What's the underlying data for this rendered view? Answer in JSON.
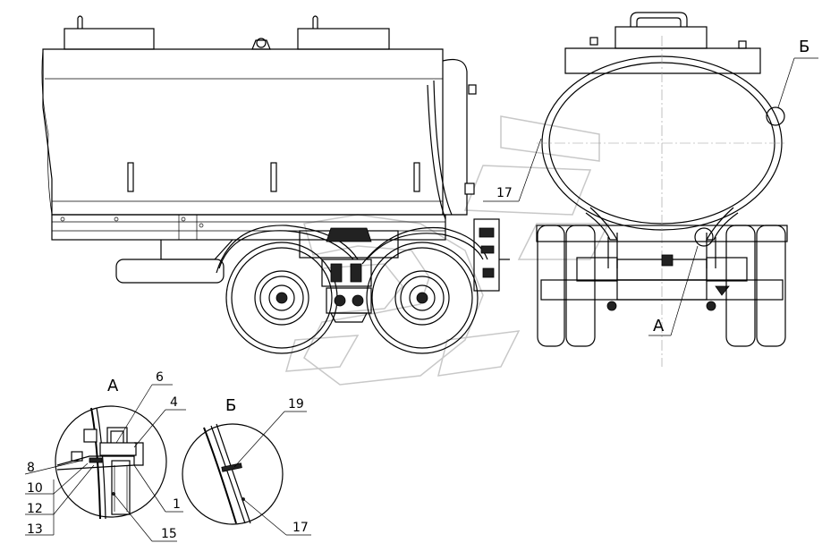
{
  "view_markers": {
    "A_main": "А",
    "B_main": "Б",
    "A_detail": "А",
    "B_detail": "Б"
  },
  "callouts": {
    "side_view": [
      "17"
    ],
    "detail_A": [
      "6",
      "4",
      "8",
      "10",
      "12",
      "13",
      "1",
      "15"
    ],
    "detail_B": [
      "19",
      "17"
    ]
  },
  "colors": {
    "line": "#000000",
    "watermark": "#c8c8c8",
    "background": "#ffffff"
  }
}
